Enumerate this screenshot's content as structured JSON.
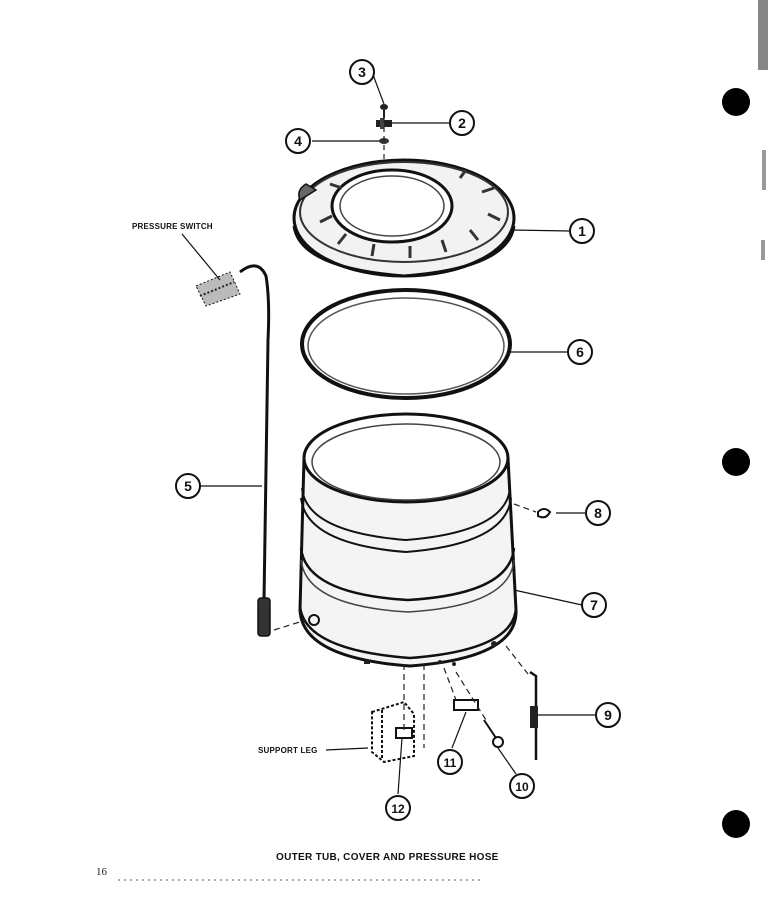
{
  "diagram": {
    "caption": "OUTER TUB, COVER AND PRESSURE HOSE",
    "page_number": "16",
    "labels": {
      "pressure_switch": "PRESSURE SWITCH",
      "support_leg": "SUPPORT LEG"
    },
    "callouts": [
      "1",
      "2",
      "3",
      "4",
      "5",
      "6",
      "7",
      "8",
      "9",
      "10",
      "11",
      "12"
    ]
  }
}
